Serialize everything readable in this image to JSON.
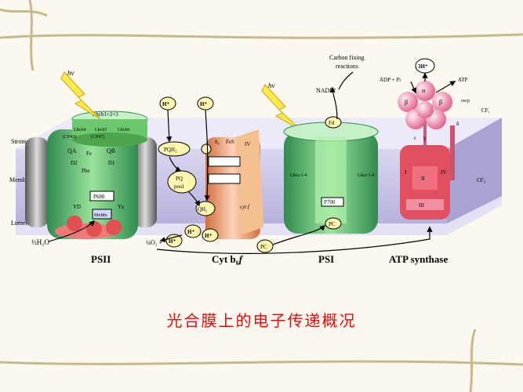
{
  "labels": {
    "stroma": "Stroma",
    "membrane": "Membrane",
    "lumen": "Lumen",
    "psii": "PSII",
    "psi": "PSI",
    "cytbf_main": "Cyt b",
    "cytbf_sub": "6",
    "cytbf_tail": "f",
    "atp_synthase": "ATP synthase",
    "h2o": "½H₂O",
    "o2": "¼O₂ +",
    "hv1": "hν",
    "hv2": "hν",
    "carbon_fixing_1": "Carbon fixing",
    "carbon_fixing_2": "reactions",
    "nadp": "NADP⁺",
    "adp_pi": "ADP + Pi",
    "atp": "ATP",
    "threeH": "3H⁺",
    "h_plus": "H⁺",
    "pq_pool_1": "PQ",
    "pq_pool_2": "pool",
    "pqh2_top": "PQH₂",
    "qh2": "QH₂",
    "pc": "PC",
    "fd": "Fd",
    "fes": "FeS",
    "cyt_b6": "b₆",
    "cyt_f": "cyt f",
    "iv": "IV",
    "i": "I",
    "ii": "II",
    "iii": "III",
    "cfo": "CF₀",
    "cf1": "CF₁",
    "oscp": "oscp",
    "p680": "P680",
    "p700": "P700",
    "lhcb1": "Lhcb1+2+3",
    "lhcb4": "Lhcb4",
    "lhcb5": "Lhcb5",
    "lhcb6": "Lhcb6",
    "lhca_left": "Lhca 1-4",
    "lhca_right": "Lhca 1-4",
    "alpha": "α",
    "beta": "β",
    "gamma": "γ",
    "delta": "δ",
    "epsilon": "ε",
    "cp43": "(CP43)",
    "cp47": "(CP47)",
    "mn": "MnMn",
    "pheo": "Phe",
    "qa": "QA",
    "qb": "QB",
    "fe": "Fe",
    "yz": "Yz",
    "yd": "YD",
    "d1": "D1",
    "d2": "D2"
  },
  "caption": "光合膜上的电子传递概况",
  "colors": {
    "caption": "#e01010",
    "membrane": "#c9c5e8",
    "membrane_dark": "#9a95c9",
    "green": "#7fd37f",
    "dark_green": "#2f9b5a",
    "pink": "#f39bb8",
    "salmon": "#f5b090",
    "yellow": "#ffe94d"
  }
}
